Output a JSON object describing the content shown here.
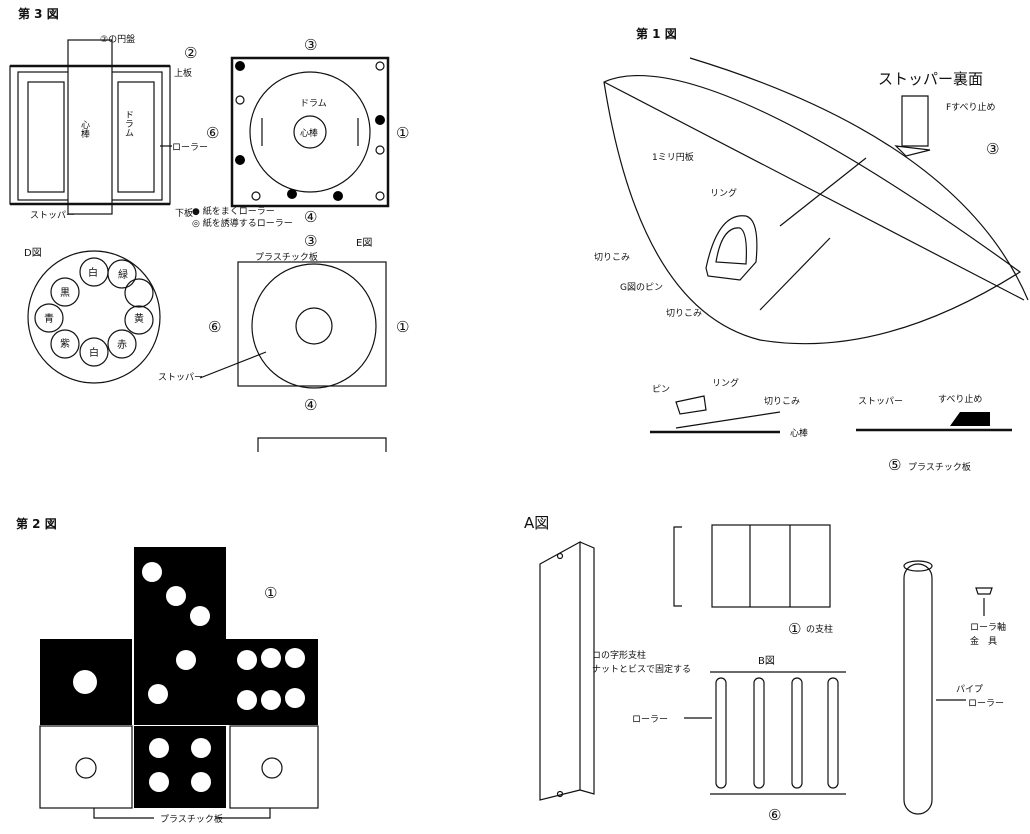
{
  "fig3": {
    "title": "第 3 図",
    "top_circle_plate": "②の円盤",
    "label_2": "②",
    "top_board": "上板",
    "core_rod": "心棒",
    "drum": "ドラム",
    "stopper": "ストッパー",
    "bottom_board": "下板",
    "roller": "ローラー",
    "label_3": "③",
    "label_1": "①",
    "label_6": "⑥",
    "label_4": "④",
    "drum_label": "ドラム",
    "core_label": "心棒",
    "legend_black": "● 紙をまくローラー",
    "legend_ring": "◎ 紙を誘導するローラー",
    "d_fig": "D図",
    "e_fig": "E図",
    "plastic_board": "プラスチック板",
    "stopper_e": "ストッパー",
    "label_3b": "③",
    "label_6b": "⑥",
    "label_1b": "①",
    "label_4b": "④",
    "d_segments": [
      "白",
      "緑",
      "黄",
      "赤",
      "白",
      "紫",
      "青",
      "黒"
    ]
  },
  "fig1": {
    "title": "第 1 図",
    "stopper_back": "ストッパー裏面",
    "f_stop": "Fすべり止め",
    "label_3": "③",
    "plate_1mm": "1ミリ円板",
    "ring": "リング",
    "notch": "切りこみ",
    "g_pin": "G図のピン",
    "notch2": "切りこみ",
    "pin": "ピン",
    "ring2": "リング",
    "notch3": "切りこみ",
    "core_rod": "心棒",
    "stopper2": "ストッパー",
    "slip_stop": "すべり止め",
    "label_5": "⑤",
    "plastic_board": "プラスチック板"
  },
  "fig2": {
    "title": "第 2 図",
    "label_1": "①",
    "plastic_board": "プラスチック板"
  },
  "figA": {
    "title": "A図",
    "u_post": "コの字形支柱",
    "nut_bolt": "ナットとビスで固定する",
    "label_1": "①",
    "post_of": "の支柱",
    "b_fig": "B図",
    "roller": "ローラー",
    "label_6": "⑥",
    "pipe": "パイプ",
    "pipe_roller": "ローラー",
    "roller_axis1": "ローラ軸",
    "roller_axis2": "金　具"
  }
}
